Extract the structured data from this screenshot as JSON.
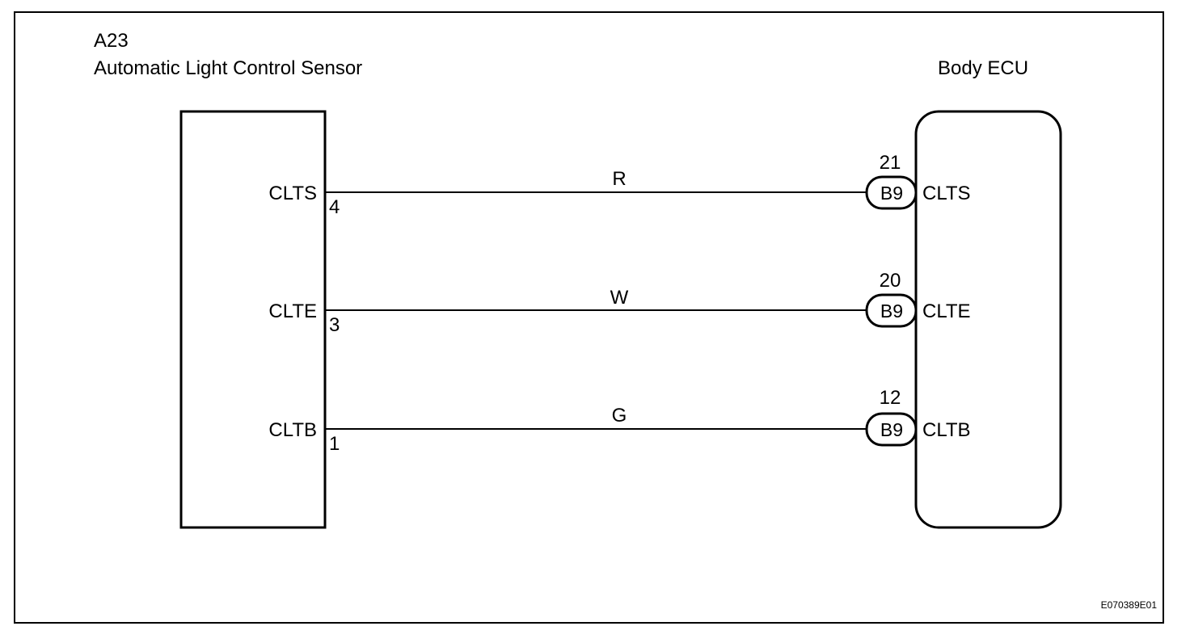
{
  "sensor": {
    "code": "A23",
    "name": "Automatic Light Control Sensor"
  },
  "ecu": {
    "name": "Body ECU",
    "connector": "B9"
  },
  "circuits": [
    {
      "sensor_signal": "CLTS",
      "sensor_pin": "4",
      "wire_color": "R",
      "ecu_pin": "21",
      "ecu_connector": "B9",
      "ecu_signal": "CLTS"
    },
    {
      "sensor_signal": "CLTE",
      "sensor_pin": "3",
      "wire_color": "W",
      "ecu_pin": "20",
      "ecu_connector": "B9",
      "ecu_signal": "CLTE"
    },
    {
      "sensor_signal": "CLTB",
      "sensor_pin": "1",
      "wire_color": "G",
      "ecu_pin": "12",
      "ecu_connector": "B9",
      "ecu_signal": "CLTB"
    }
  ],
  "figure_code": "E070389E01"
}
